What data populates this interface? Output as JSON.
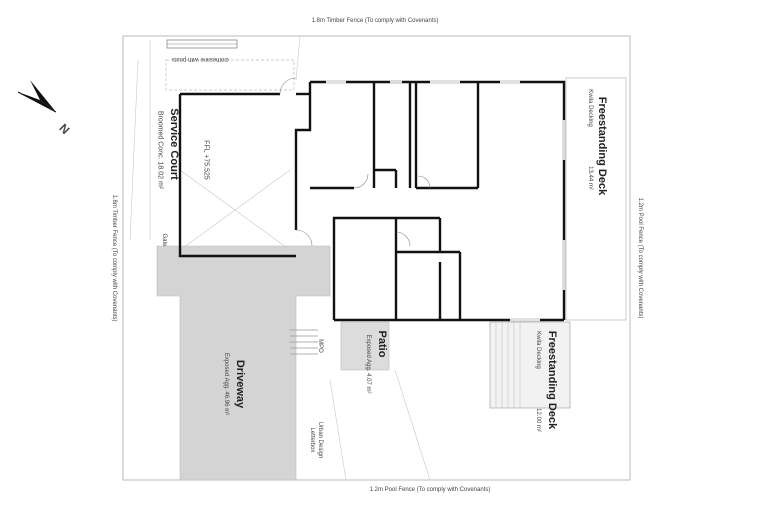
{
  "fences": {
    "top": "1.8m Timber Fence (To comply with Covenants)",
    "left": "1.8m Timber Fence (To comply with Covenants)",
    "right": "1.2m Pool Fence (To comply with Covenants)",
    "bottom": "1.2m Pool Fence (To comply with Covenants)"
  },
  "clothesline": "clothesline with posts",
  "north": "N",
  "service_court": {
    "title": "Service Court",
    "sub": "Broomed Conc. 18.02 m²",
    "ffl": "FFL +75.525"
  },
  "gate": "Gate",
  "freestanding_deck_top": {
    "title": "Freestanding Deck",
    "sub1": "Kwila Decking",
    "sub2": "13.44 m²"
  },
  "freestanding_deck_bottom": {
    "title": "Freestanding Deck",
    "sub1": "Kwila Decking",
    "sub2": "12.00 m²"
  },
  "patio": {
    "title": "Patio",
    "sub": "Exposed Agg. 4.07 m²"
  },
  "driveway": {
    "title": "Driveway",
    "sub": "Exposed Agg. 46.96 m²"
  },
  "mpo": "MPO",
  "letterbox": {
    "line1": "Urban Design",
    "line2": "Letterbox"
  },
  "colors": {
    "wall": "#111111",
    "driveway": "#d4d4d4",
    "patio": "#dcdcdc",
    "line": "#aaaaaa"
  }
}
